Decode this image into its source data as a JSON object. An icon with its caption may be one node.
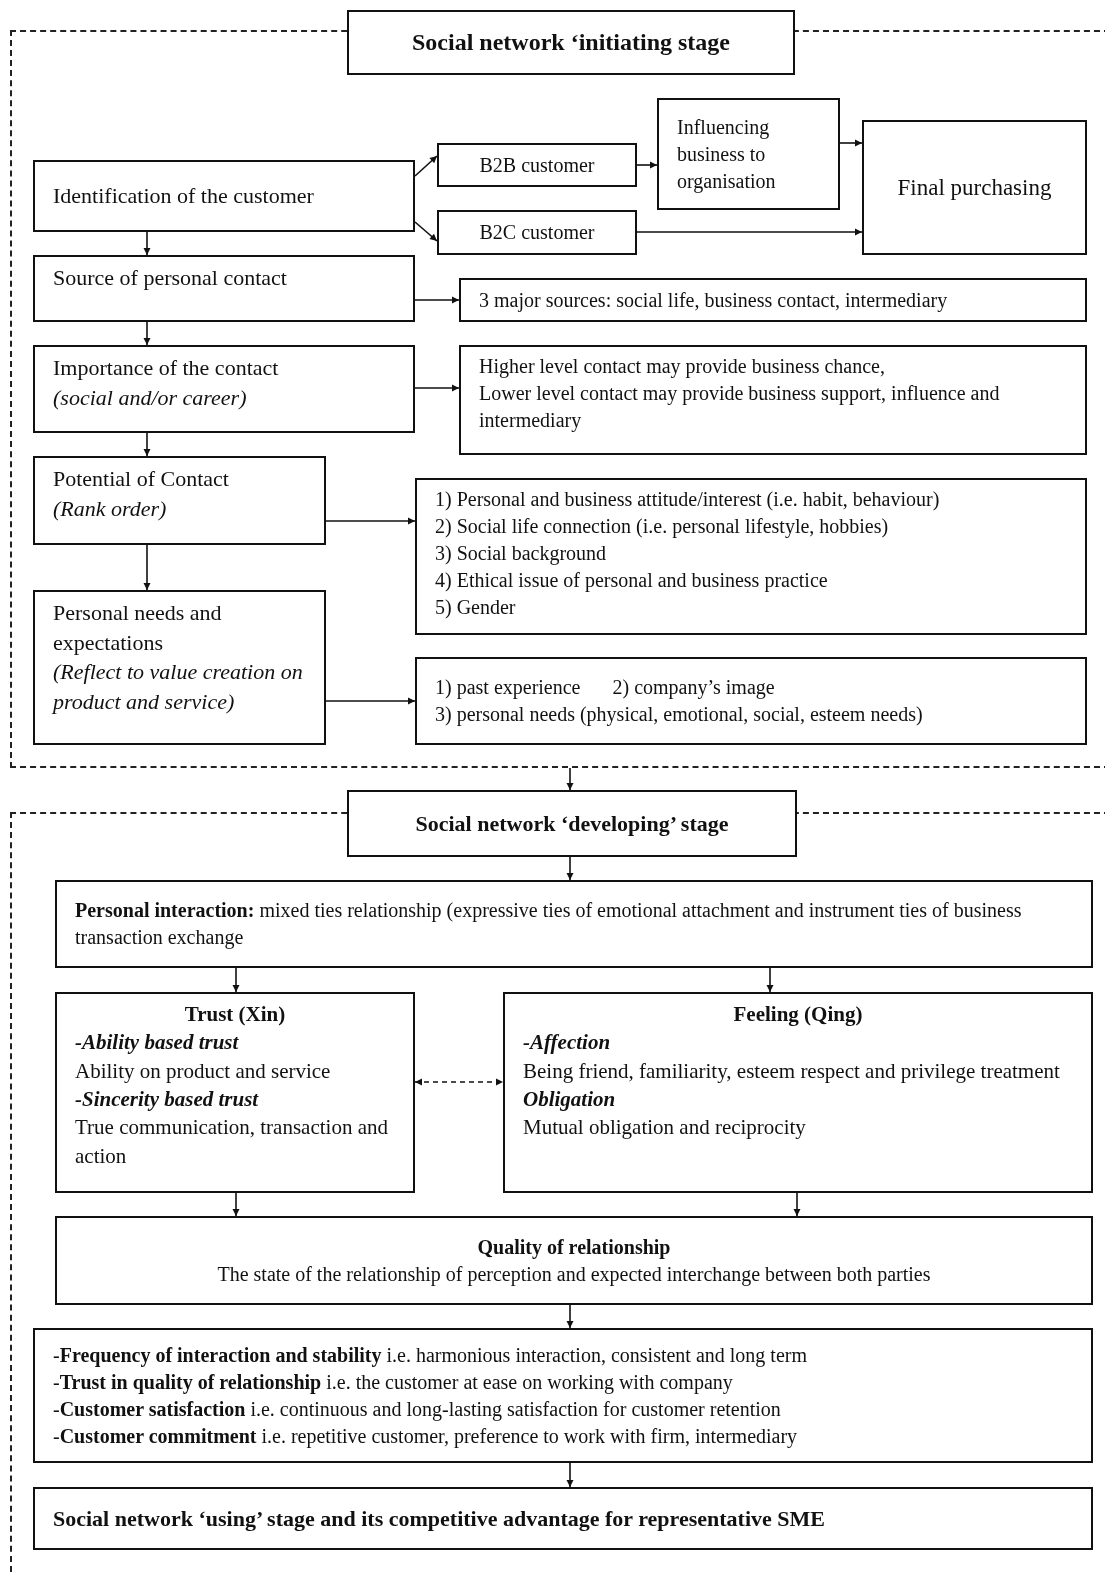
{
  "diagram": {
    "nodes": [
      {
        "text": [],
        "shape": "box"
      },
      {
        "text": [
          "Social network ‘initiating stage"
        ],
        "in": 0
      },
      {
        "text": [
          "Influencing business to organisation"
        ],
        "in": 0
      },
      {
        "text": [
          "Final purchasing"
        ],
        "in": 0
      },
      {
        "text": [
          "B2B customer"
        ],
        "in": 0
      },
      {
        "text": [
          "Identification of the customer"
        ],
        "in": 0
      },
      {
        "text": [
          "B2C customer"
        ],
        "in": 0
      },
      {
        "text": [
          "Source of personal contact"
        ],
        "in": 0
      },
      {
        "text": [
          "3 major sources: social life, business contact, intermediary"
        ],
        "in": 0
      },
      {
        "text": [
          "Importance of the contact",
          "(social and/or career)"
        ],
        "in": 0
      },
      {
        "text": [
          "Higher level contact may provide business chance,",
          "Lower level contact may provide business support, influence and intermediary"
        ],
        "in": 0
      },
      {
        "text": [
          "Potential of Contact",
          "(Rank order)"
        ],
        "in": 0
      },
      {
        "text": [
          "1) Personal and business attitude/interest (i.e. habit, behaviour)",
          "2) Social life connection (i.e. personal lifestyle, hobbies)",
          "3) Social background",
          "4) Ethical issue of personal and business practice",
          "5) Gender"
        ],
        "in": 0
      },
      {
        "text": [
          "Personal needs and expectations",
          "(Reflect to value creation on product and service)"
        ],
        "in": 0
      },
      {
        "text": [
          "1) past experience",
          "2) company’s image",
          "3) personal needs (physical, emotional, social, esteem needs)"
        ],
        "in": 0
      },
      {
        "text": [],
        "shape": "box"
      },
      {
        "text": [
          "Social network ‘developing’ stage"
        ],
        "in": 15
      },
      {
        "text": [
          "**Personal interaction:** mixed ties relationship (expressive ties of emotional attachment and instrument ties of business transaction exchange"
        ],
        "in": 15
      },
      {
        "text": [
          "Trust (Xin)",
          "-Ability based trust",
          "Ability on product and service",
          "-Sincerity based trust",
          "True communication, transaction and action"
        ],
        "in": 15
      },
      {
        "text": [
          "Feeling (Qing)",
          "-Affection",
          "Being friend, familiarity, esteem respect and privilege treatment",
          "Obligation",
          "Mutual obligation and reciprocity"
        ],
        "in": 15
      },
      {
        "text": [
          "Quality of relationship",
          "The state of the relationship of perception and expected interchange between both parties"
        ],
        "in": 15
      },
      {
        "text": [
          "-**Frequency of interaction and stability** i.e. harmonious interaction, consistent and long term",
          "-**Trust in quality of relationship** i.e. the customer at ease on working with company",
          "-**Customer satisfaction** i.e. continuous and long-lasting satisfaction for customer retention",
          "-**Customer commitment** i.e. repetitive customer, preference to work with firm, intermediary"
        ],
        "in": 15
      },
      {
        "text": [
          "Social network ‘using’ stage and its competitive advantage for representative SME"
        ],
        "in": 15
      }
    ],
    "edges": [
      {
        "from": 5,
        "to": 4,
        "arrow": "to"
      },
      {
        "from": 5,
        "to": 6,
        "arrow": "to"
      },
      {
        "from": 4,
        "to": 2,
        "arrow": "to"
      },
      {
        "from": 2,
        "to": 3,
        "arrow": "to"
      },
      {
        "from": 6,
        "to": 3,
        "arrow": "to"
      },
      {
        "from": 5,
        "to": 7,
        "arrow": "to"
      },
      {
        "from": 7,
        "to": 8,
        "arrow": "to"
      },
      {
        "from": 7,
        "to": 9,
        "arrow": "to"
      },
      {
        "from": 9,
        "to": 10,
        "arrow": "to"
      },
      {
        "from": 9,
        "to": 11,
        "arrow": "to"
      },
      {
        "from": 11,
        "to": 12,
        "arrow": "to"
      },
      {
        "from": 11,
        "to": 13,
        "arrow": "to"
      },
      {
        "from": 13,
        "to": 14,
        "arrow": "to"
      },
      {
        "from": 0,
        "to": 16,
        "arrow": "to"
      },
      {
        "from": 16,
        "to": 17,
        "arrow": "to"
      },
      {
        "from": 17,
        "to": 18,
        "arrow": "to"
      },
      {
        "from": 17,
        "to": 19,
        "arrow": "to"
      },
      {
        "from": 18,
        "to": 19,
        "arrow": "both",
        "style": "dashed"
      },
      {
        "from": 18,
        "to": 20,
        "arrow": "to"
      },
      {
        "from": 19,
        "to": 20,
        "arrow": "to"
      },
      {
        "from": 20,
        "to": 21,
        "arrow": "to"
      },
      {
        "from": 21,
        "to": 22,
        "arrow": "to"
      }
    ]
  }
}
